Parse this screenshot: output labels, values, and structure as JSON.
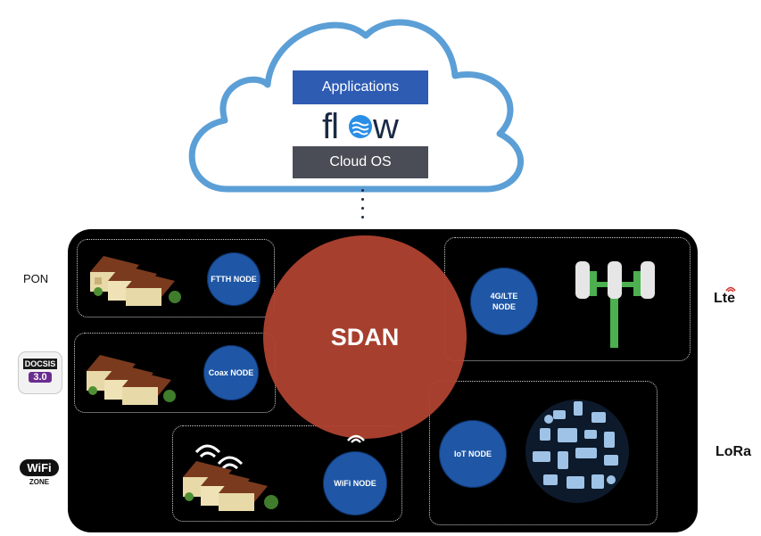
{
  "cloud": {
    "applications_label": "Applications",
    "logo_text": "flow",
    "os_label": "Cloud OS"
  },
  "center": {
    "label": "SDAN"
  },
  "nodes": {
    "ftth": "FTTH NODE",
    "coax": "Coax NODE",
    "wifi": "WiFi NODE",
    "lte_line1": "4G/LTE",
    "lte_line2": "NODE",
    "iot": "IoT NODE"
  },
  "side_labels": {
    "pon": "PON",
    "docsis_top": "DOCSIS",
    "docsis_bottom": "3.0",
    "wifi_logo": "WiFi",
    "wifi_zone": "ZONE",
    "lte": "Lte",
    "lora": "LoRa"
  },
  "colors": {
    "cloud_outline": "#5b9fd6",
    "applications_bg": "#2f5cb3",
    "os_bg": "#4a4d55",
    "panel_bg": "#000000",
    "sdan_fill": "#b04230",
    "node_fill": "#1f57a6",
    "tower_green": "#4caf50"
  }
}
